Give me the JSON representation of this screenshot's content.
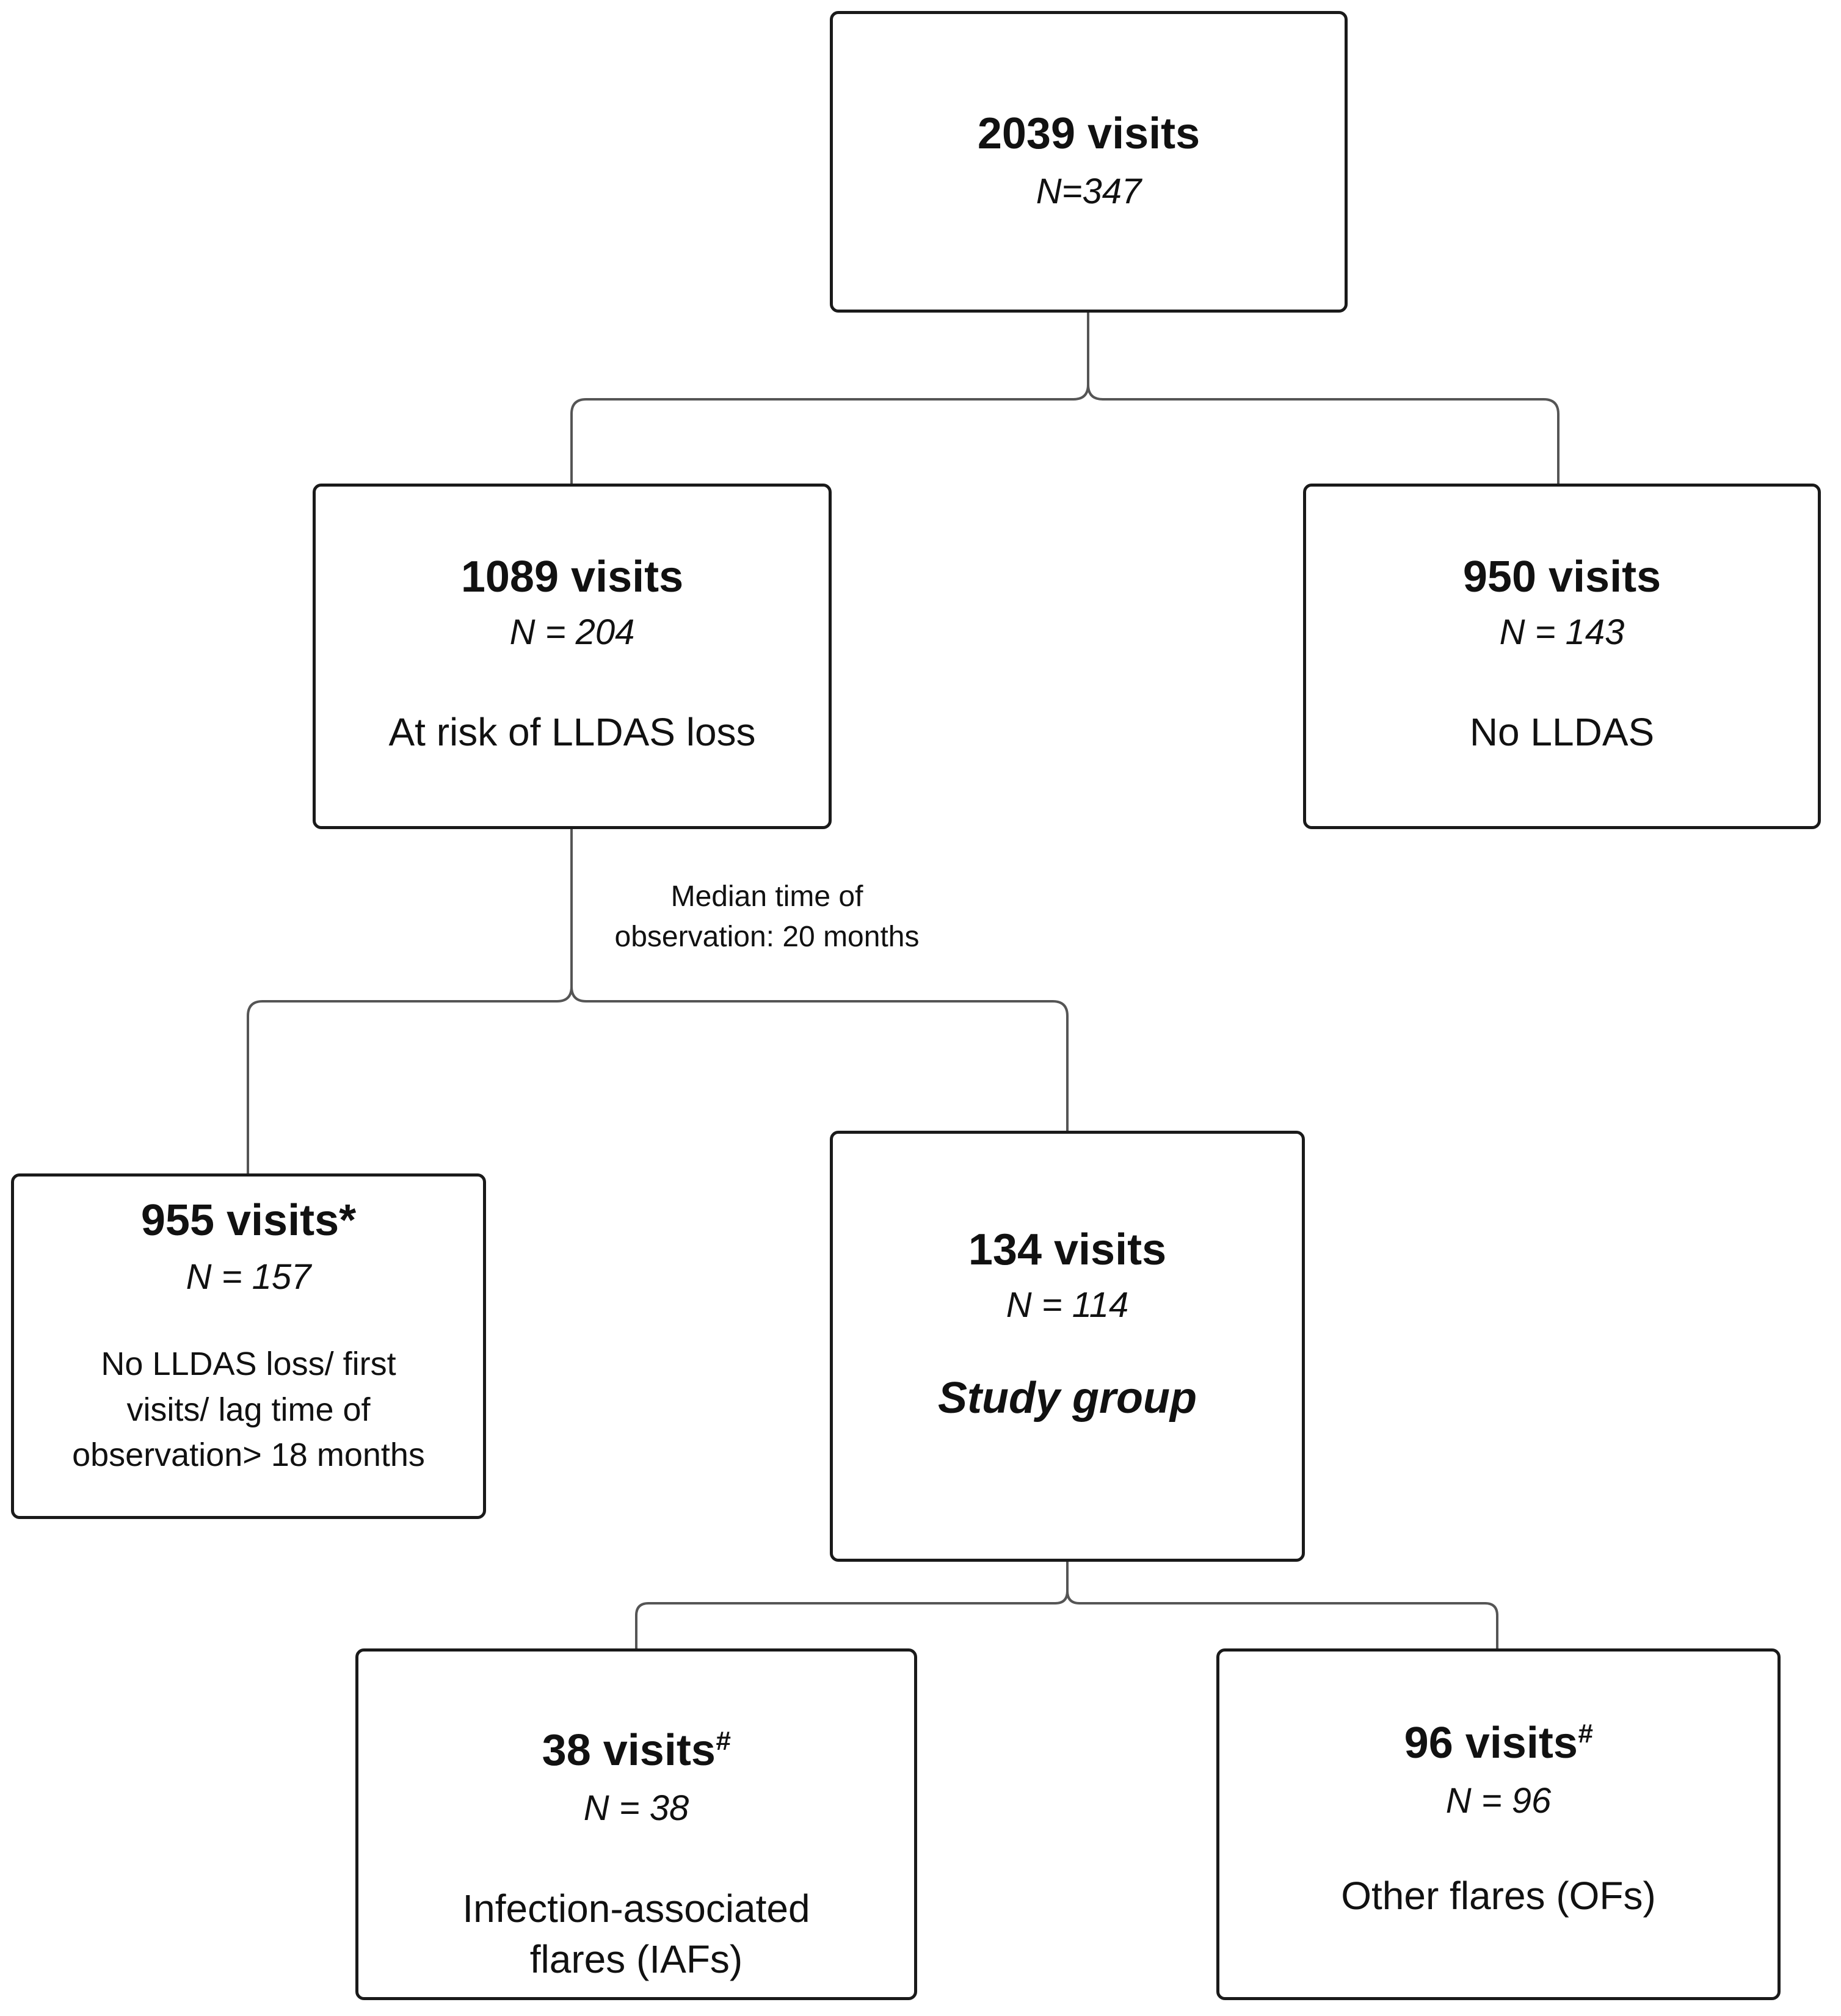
{
  "nodes": {
    "root": {
      "title": "2039 visits",
      "n": "N=347"
    },
    "risk": {
      "title": "1089 visits",
      "n": "N = 204",
      "desc": "At risk of LLDAS loss"
    },
    "nolldas": {
      "title": "950 visits",
      "n": "N = 143",
      "desc": "No LLDAS"
    },
    "excluded": {
      "title": "955 visits*",
      "n": "N = 157",
      "desc_lines": [
        "No LLDAS loss/ first",
        "visits/ lag time of",
        "observation> 18 months"
      ]
    },
    "study": {
      "title": "134 visits",
      "n": "N = 114",
      "desc": "Study group"
    },
    "iaf": {
      "title": "38 visits",
      "sup": "#",
      "n": "N = 38",
      "desc_lines": [
        "Infection-associated",
        "flares (IAFs)"
      ]
    },
    "of": {
      "title": "96 visits",
      "sup": "#",
      "n": "N = 96",
      "desc": "Other flares (OFs)"
    }
  },
  "edge_label": {
    "lines": [
      "Median time of",
      "observation: 20 months"
    ]
  },
  "colors": {
    "line": "#555555",
    "border": "#1a1a1a",
    "text": "#111111"
  }
}
